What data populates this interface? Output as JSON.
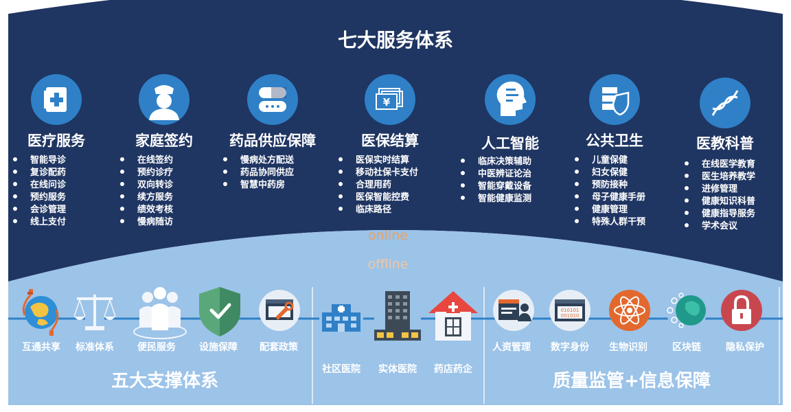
{
  "top": {
    "title": "七大服务体系",
    "categories": [
      {
        "icon": "medical-kit-icon",
        "title": "医疗服务",
        "items": [
          "智能导诊",
          "复诊配药",
          "在线问诊",
          "预约服务",
          "会诊管理",
          "线上支付"
        ]
      },
      {
        "icon": "nurse-icon",
        "title": "家庭签约",
        "items": [
          "在线签约",
          "预约诊疗",
          "双向转诊",
          "续方服务",
          "绩效考核",
          "慢病随访"
        ]
      },
      {
        "icon": "pill-icon",
        "title": "药品供应保障",
        "items": [
          "慢病处方配送",
          "药品协同供应",
          "智慧中药房"
        ]
      },
      {
        "icon": "yen-bills-icon",
        "title": "医保结算",
        "items": [
          "医保实时结算",
          "移动社保卡支付",
          "合理用药",
          "医保智能控费",
          "临床路径"
        ]
      },
      {
        "icon": "ai-head-icon",
        "title": "人工智能",
        "items": [
          "临床决策辅助",
          "中医辨证论治",
          "智能穿戴设备",
          "智能健康监测"
        ]
      },
      {
        "icon": "server-shield-icon",
        "title": "公共卫生",
        "items": [
          "儿童保健",
          "妇女保健",
          "预防接种",
          "母子健康手册",
          "健康管理",
          "特殊人群干预"
        ]
      },
      {
        "icon": "dna-icon",
        "title": "医教科普",
        "items": [
          "在线医学教育",
          "医生培养教学",
          "进修管理",
          "健康知识科普",
          "健康指导服务",
          "学术会议"
        ]
      }
    ]
  },
  "divider": {
    "online": "online",
    "offline": "offline"
  },
  "bottom": {
    "left_title": "五大支撑体系",
    "left_items": [
      {
        "icon": "globe-network-icon",
        "label": "互通共享"
      },
      {
        "icon": "scales-icon",
        "label": "标准体系"
      },
      {
        "icon": "people-group-icon",
        "label": "便民服务"
      },
      {
        "icon": "shield-check-icon",
        "label": "设施保障"
      },
      {
        "icon": "policy-tools-icon",
        "label": "配套政策"
      }
    ],
    "middle_items": [
      {
        "icon": "community-hospital-icon",
        "label": "社区医院"
      },
      {
        "icon": "hospital-building-icon",
        "label": "实体医院"
      },
      {
        "icon": "pharmacy-house-icon",
        "label": "药店药企"
      }
    ],
    "right_title": "质量监管+信息保障",
    "right_items": [
      {
        "icon": "hr-card-icon",
        "label": "人资管理"
      },
      {
        "icon": "binary-id-icon",
        "label": "数字身份"
      },
      {
        "icon": "atom-icon",
        "label": "生物识别"
      },
      {
        "icon": "blockchain-globe-icon",
        "label": "区块链"
      },
      {
        "icon": "padlock-icon",
        "label": "隐私保护"
      }
    ]
  },
  "colors": {
    "navy": "#1f3562",
    "light_blue": "#9cc3e8",
    "accent_orange": "#e8a163",
    "white": "#ffffff"
  }
}
